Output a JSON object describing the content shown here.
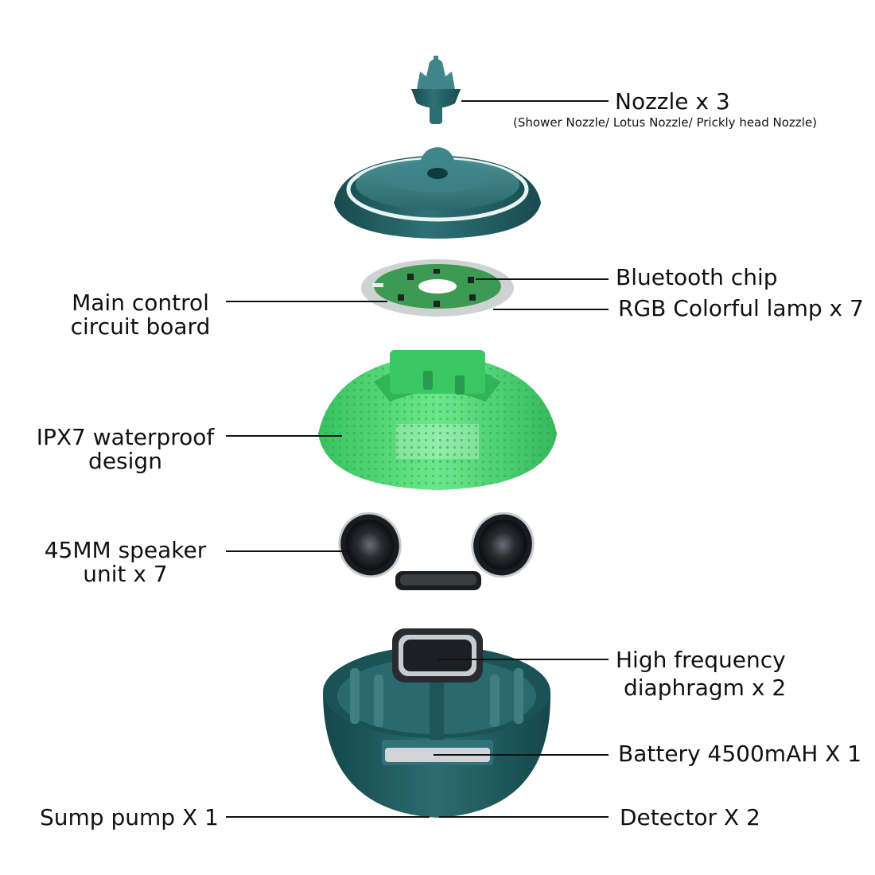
{
  "colors": {
    "teal_dark": "#1f5a5e",
    "teal_mid": "#2d6e72",
    "teal_light": "#3f8589",
    "green": "#47d66f",
    "green_light": "#7ef09a",
    "green_dark": "#2fb556",
    "pcb": "#3c9a52",
    "silver": "#c9cccd",
    "dark": "#1c1d22"
  },
  "labels": {
    "nozzle": "Nozzle x 3",
    "nozzle_sub": "(Shower Nozzle/ Lotus Nozzle/ Prickly head Nozzle)",
    "bluetooth": "Bluetooth chip",
    "rgb_lamp": "RGB Colorful lamp x 7",
    "main_control_1": "Main control",
    "main_control_2": "circuit board",
    "ipx7_1": "IPX7 waterproof",
    "ipx7_2": "design",
    "speaker_1": "45MM speaker",
    "speaker_2": "unit x 7",
    "hf_1": "High frequency",
    "hf_2": "diaphragm x 2",
    "battery": "Battery 4500mAH X 1",
    "sump_pump": "Sump pump X 1",
    "detector": "Detector X 2"
  }
}
